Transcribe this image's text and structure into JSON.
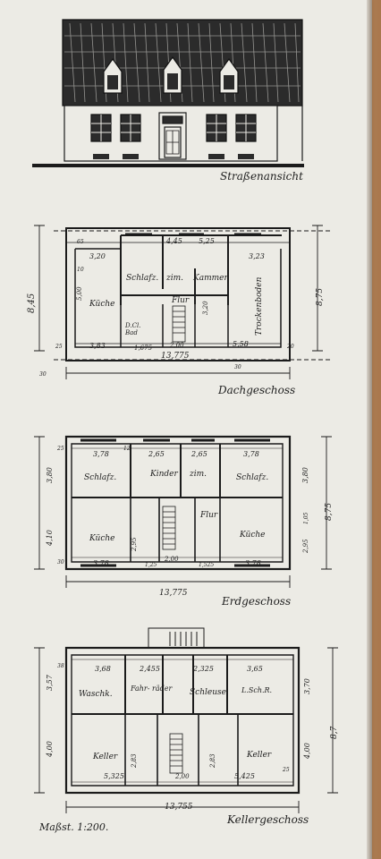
{
  "titles": {
    "street_view": "Straßenansicht",
    "attic": "Dachgeschoss",
    "ground": "Erdgeschoss",
    "basement": "Kellergeschoss",
    "scale": "Maßst. 1:200."
  },
  "attic": {
    "rooms": {
      "schlafzimmer": "Schlafz.",
      "zim": "zim.",
      "kammer": "Kammer",
      "kueche": "Küche",
      "flur": "Flur",
      "bad": "Bad",
      "trockenboden": "Trockenboden",
      "dlcl": "D.Cl."
    },
    "dims": {
      "total_width": "13,775",
      "height_left": "8,45",
      "height_right": "8,75",
      "d_3_20": "3,20",
      "d_4_45": "4,45",
      "d_5_25": "5,25",
      "d_3_23": "3,23",
      "d_3_83": "3,83",
      "d_5_58": "5,58",
      "d_2_00": "2,00",
      "d_1_675": "1,675",
      "d_5_00": "5,00",
      "d_65": "65",
      "d_10": "10",
      "d_25": "25",
      "d_20": "20",
      "d_30": "30",
      "d_30b": "30",
      "d_3_20b": "3,20"
    }
  },
  "ground": {
    "rooms": {
      "schlaf_l": "Schlafz.",
      "kinder": "Kinder",
      "zim": "zim.",
      "schlaf_r": "Schlafz.",
      "flur": "Flur",
      "kueche_l": "Küche",
      "kueche_r": "Küche"
    },
    "dims": {
      "total_width": "13,775",
      "height_right": "8,75",
      "d_3_78a": "3,78",
      "d_2_65a": "2,65",
      "d_2_65b": "2,65",
      "d_3_78b": "3,78",
      "d_3_78c": "3,78",
      "d_3_78d": "3,78",
      "d_2_00": "2,00",
      "d_1_25": "1,25",
      "d_1_525": "1,525",
      "d_3_80l": "3,80",
      "d_4_10": "4,10",
      "d_3_80r": "3,80",
      "d_2_95l": "2,95",
      "d_2_95r": "2,95",
      "d_1_05": "1,05",
      "d_25": "25",
      "d_30": "30",
      "d_12": "12"
    }
  },
  "basement": {
    "rooms": {
      "waschk": "Waschk.",
      "fahrraeder": "Fahr- räder",
      "schleuse": "Schleuse",
      "lsch": "L.Sch.R.",
      "keller_l": "Keller",
      "keller_r": "Keller"
    },
    "dims": {
      "total_width": "13,755",
      "height_right": "8,7",
      "d_3_68": "3,68",
      "d_2_455": "2,455",
      "d_2_325": "2,325",
      "d_3_65": "3,65",
      "d_5_325": "5,325",
      "d_2_00": "2,00",
      "d_5_425": "5,425",
      "d_3_57l": "3,57",
      "d_4_00l": "4,00",
      "d_3_70r": "3,70",
      "d_4_00r": "4,00",
      "d_2_83l": "2,83",
      "d_2_83r": "2,83",
      "d_38": "38",
      "d_25": "25"
    }
  }
}
